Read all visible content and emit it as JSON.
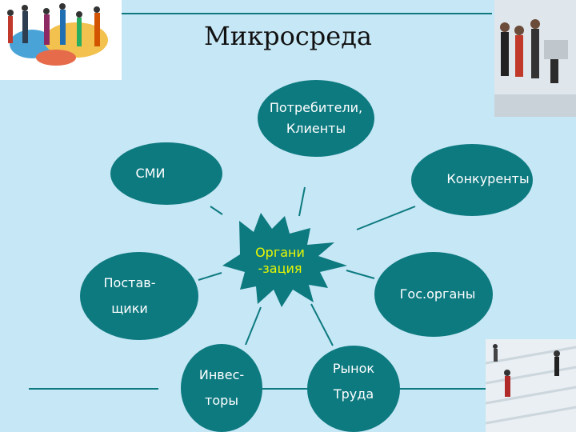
{
  "title": "Микросреда",
  "center": {
    "label": "Органи\n-зация",
    "text_color": "#e8f700",
    "fill": "#0d7a80"
  },
  "nodes": [
    {
      "id": "consumers",
      "label": "Потребители,\nКлиенты"
    },
    {
      "id": "media",
      "label": "СМИ"
    },
    {
      "id": "competitors",
      "label": "Конкуренты"
    },
    {
      "id": "suppliers",
      "label": "Постав-\nщики"
    },
    {
      "id": "government",
      "label": "Гос.органы"
    },
    {
      "id": "investors",
      "label": "Инвес-\nторы"
    },
    {
      "id": "labor-market",
      "label": "Рынок\nТруда"
    }
  ],
  "colors": {
    "background": "#c6e7f5",
    "node_fill": "#0d7a80",
    "node_text": "#ffffff",
    "line": "#0d7a80",
    "title": "#111111"
  },
  "images": [
    {
      "name": "world-map-people-image"
    },
    {
      "name": "office-people-image"
    },
    {
      "name": "business-people-stairs-image"
    }
  ]
}
